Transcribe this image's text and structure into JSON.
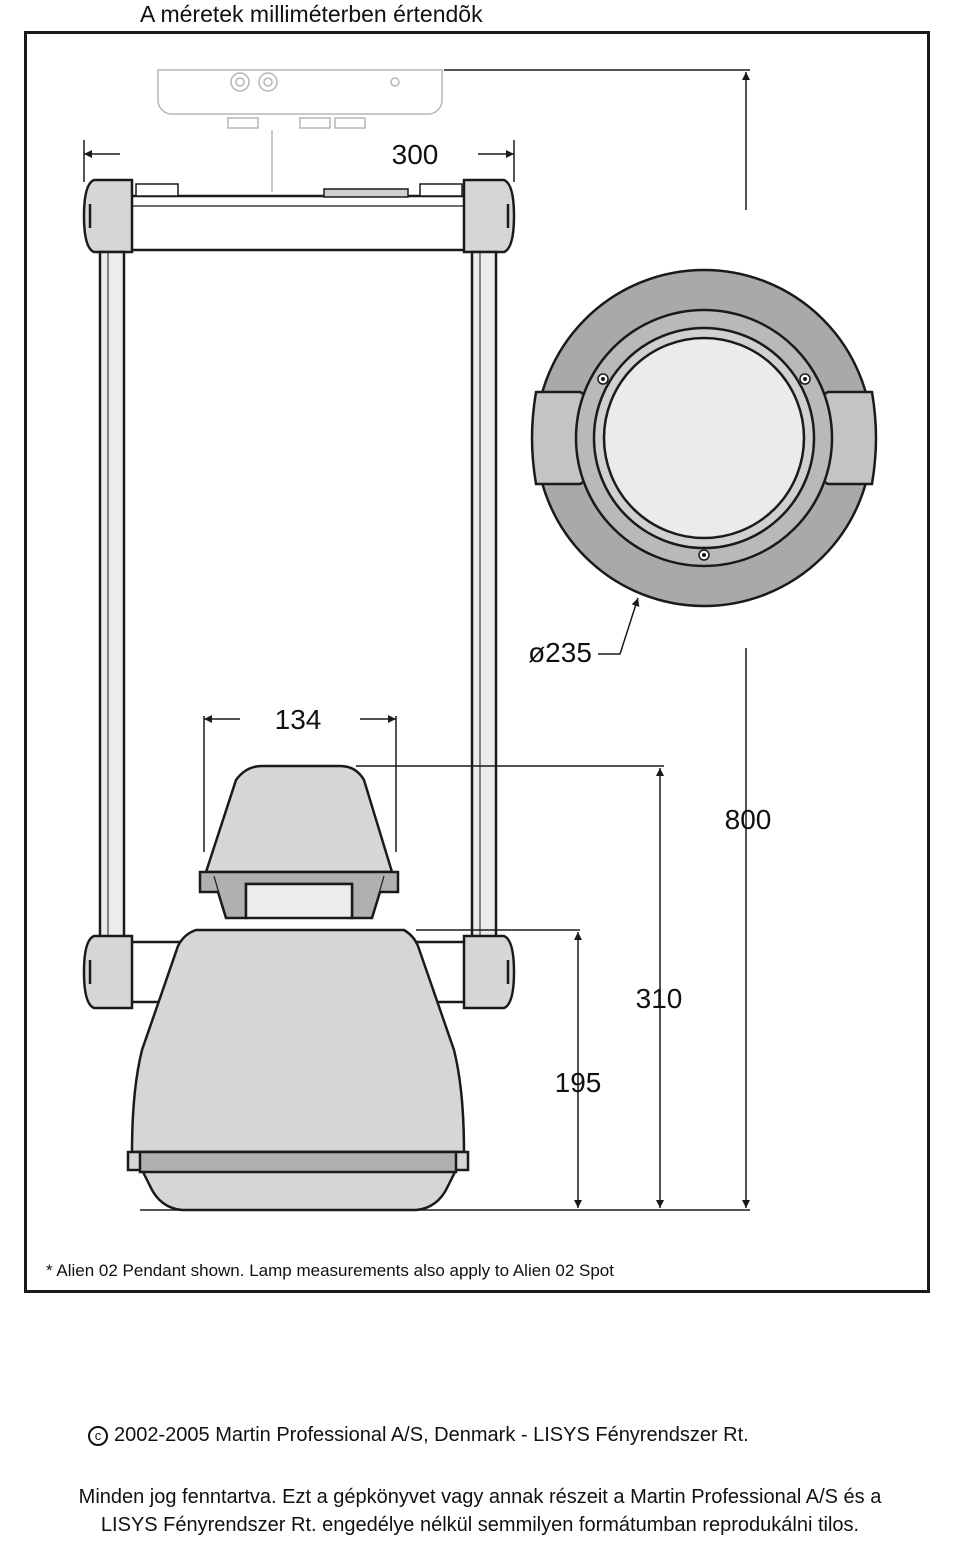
{
  "header_note": "A méretek milliméterben értendõk",
  "dimensions": {
    "width_top": "300",
    "diameter": "ø235",
    "head_width": "134",
    "total_height": "800",
    "lamp_height": "310",
    "body_height": "195"
  },
  "footnote": "* Alien 02 Pendant shown. Lamp measurements also apply to Alien 02 Spot",
  "copyright": {
    "symbol": "c",
    "text": "2002-2005 Martin Professional A/S, Denmark - LISYS Fényrendszer Rt."
  },
  "rights": {
    "line1": "Minden jog fenntartva. Ezt a gépkönyvet vagy annak részeit a Martin Professional A/S és a",
    "line2": "LISYS Fényrendszer Rt. engedélye nélkül semmilyen formátumban reprodukálni tilos."
  },
  "colors": {
    "line": "#1a1a1a",
    "body_fill": "#d6d6d6",
    "ring_fill": "#a9a9a9",
    "lens_fill": "#ebebeb",
    "faint": "#b5b5b5"
  }
}
